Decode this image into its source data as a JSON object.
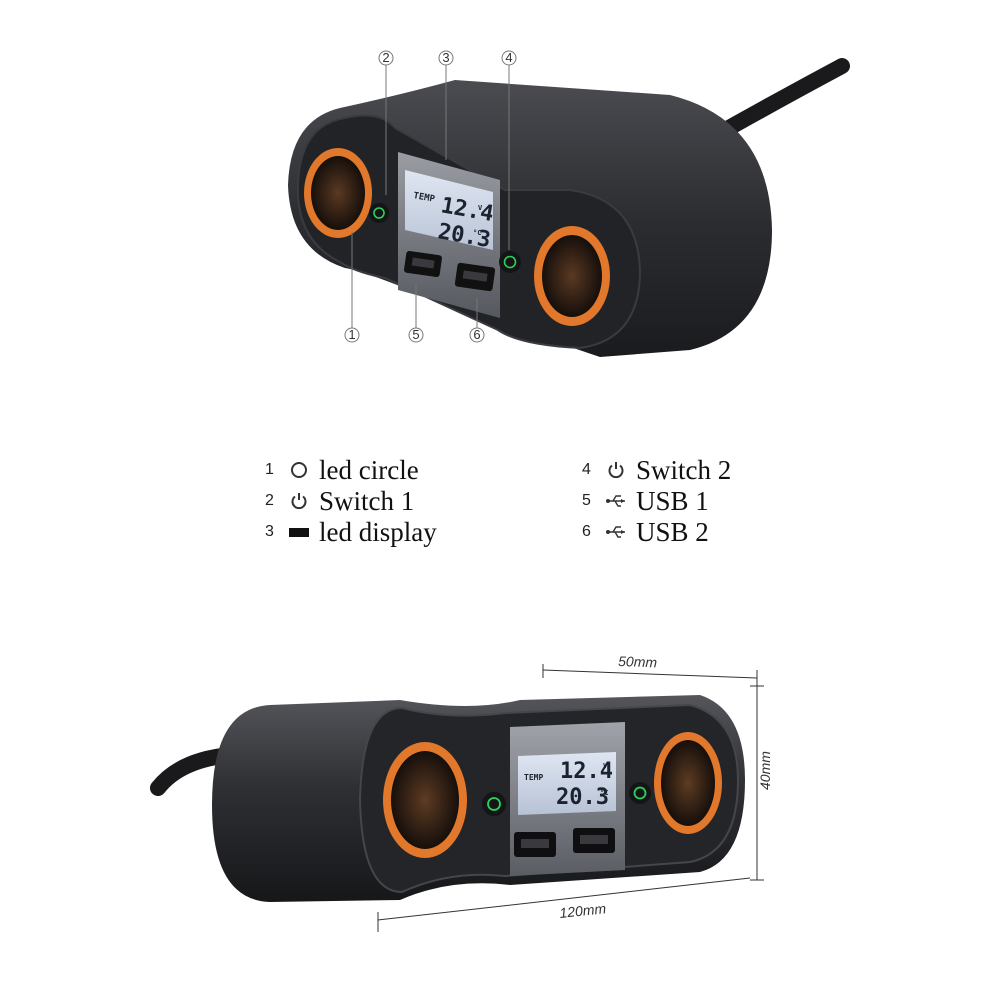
{
  "top_photo": {
    "callouts": [
      "1",
      "2",
      "3",
      "4",
      "5",
      "6"
    ],
    "lcd": {
      "battery_label": "TEMP",
      "voltage": "12.4",
      "voltage_unit": "V",
      "temperature": "20.3",
      "temperature_unit": "°C"
    }
  },
  "legend": {
    "items": [
      {
        "num": "1",
        "icon": "circle-icon",
        "label": "led circle"
      },
      {
        "num": "2",
        "icon": "power-icon",
        "label": "Switch 1"
      },
      {
        "num": "3",
        "icon": "rectangle-icon",
        "label": "led display"
      },
      {
        "num": "4",
        "icon": "power-icon",
        "label": "Switch 2"
      },
      {
        "num": "5",
        "icon": "usb-icon",
        "label": "USB 1"
      },
      {
        "num": "6",
        "icon": "usb-icon",
        "label": "USB 2"
      }
    ]
  },
  "bottom_photo": {
    "lcd": {
      "battery_label": "TEMP",
      "voltage": "12.4",
      "voltage_unit": "V",
      "temperature": "20.3",
      "temperature_unit": "°C"
    },
    "dimensions": {
      "depth": "50mm",
      "height": "40mm",
      "length": "120mm"
    }
  },
  "colors": {
    "body": "#2a2b2f",
    "socket_ring": "#e2782b",
    "switch_led": "#2fd05a"
  }
}
